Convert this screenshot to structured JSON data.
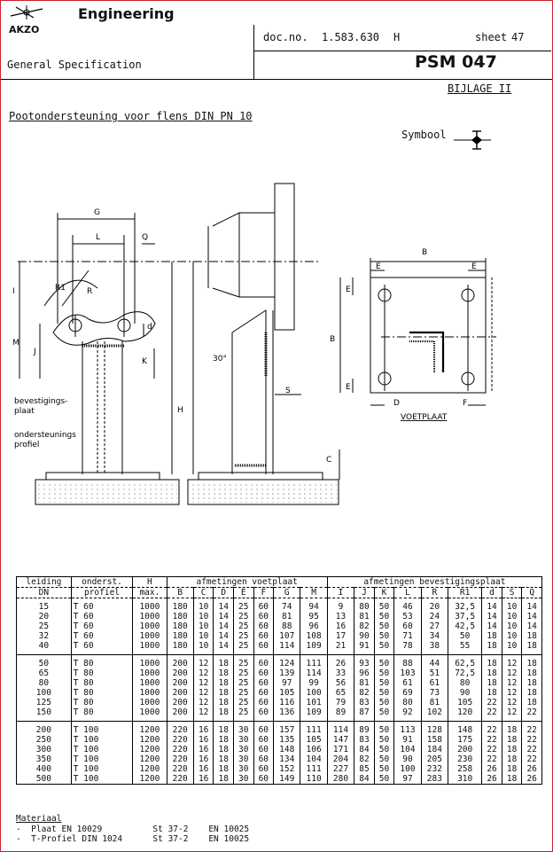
{
  "header": {
    "logo_text": "AKZO",
    "department": "Engineering",
    "doc_no_label": "doc.no.",
    "doc_no_value": "1.583.630",
    "doc_rev": "H",
    "sheet_label": "sheet",
    "sheet_value": "47",
    "spec_type": "General Specification",
    "code": "PSM 047",
    "appendix": "BIJLAGE II"
  },
  "title": "Pootondersteuning voor flens DIN PN 10",
  "symbol_label": "Symbool",
  "drawing": {
    "labels": {
      "g": "G",
      "l": "L",
      "q": "Q",
      "i": "I",
      "m": "M",
      "j": "J",
      "r1": "R1",
      "r": "R",
      "d": "d",
      "k": "K",
      "angle": "30°",
      "s": "S",
      "h": "H",
      "c": "C",
      "b": "B",
      "e": "E",
      "f": "F",
      "dd": "D",
      "bevestigingsplaat_1": "bevestigings-",
      "bevestigingsplaat_2": "plaat",
      "ondersteuning_1": "ondersteunings",
      "ondersteuning_2": "profiel",
      "voetplaat": "VOETPLAAT"
    }
  },
  "table": {
    "group_headers": {
      "leiding": "leiding",
      "onderst": "onderst.",
      "h": "H",
      "voetplaat": "afmetingen voetplaat",
      "bevestiging": "afmetingen bevestigingsplaat"
    },
    "sub_headers": {
      "dn": "DN",
      "profiel": "profiel",
      "hmax": "max."
    },
    "columns": [
      "B",
      "C",
      "D",
      "E",
      "F",
      "G",
      "M",
      "I",
      "J",
      "K",
      "L",
      "R",
      "R1",
      "d",
      "S",
      "Q"
    ],
    "groups": [
      [
        [
          "15",
          "T 60",
          "1000",
          "180",
          "10",
          "14",
          "25",
          "60",
          "74",
          "94",
          "9",
          "80",
          "50",
          "46",
          "20",
          "32,5",
          "14",
          "10",
          "14"
        ],
        [
          "20",
          "T 60",
          "1000",
          "180",
          "10",
          "14",
          "25",
          "60",
          "81",
          "95",
          "13",
          "81",
          "50",
          "53",
          "24",
          "37,5",
          "14",
          "10",
          "14"
        ],
        [
          "25",
          "T 60",
          "1000",
          "180",
          "10",
          "14",
          "25",
          "60",
          "88",
          "96",
          "16",
          "82",
          "50",
          "60",
          "27",
          "42,5",
          "14",
          "10",
          "14"
        ],
        [
          "32",
          "T 60",
          "1000",
          "180",
          "10",
          "14",
          "25",
          "60",
          "107",
          "108",
          "17",
          "90",
          "50",
          "71",
          "34",
          "50",
          "18",
          "10",
          "18"
        ],
        [
          "40",
          "T 60",
          "1000",
          "180",
          "10",
          "14",
          "25",
          "60",
          "114",
          "109",
          "21",
          "91",
          "50",
          "78",
          "38",
          "55",
          "18",
          "10",
          "18"
        ]
      ],
      [
        [
          "50",
          "T 80",
          "1000",
          "200",
          "12",
          "18",
          "25",
          "60",
          "124",
          "111",
          "26",
          "93",
          "50",
          "88",
          "44",
          "62,5",
          "18",
          "12",
          "18"
        ],
        [
          "65",
          "T 80",
          "1000",
          "200",
          "12",
          "18",
          "25",
          "60",
          "139",
          "114",
          "33",
          "96",
          "50",
          "103",
          "51",
          "72,5",
          "18",
          "12",
          "18"
        ],
        [
          "80",
          "T 80",
          "1000",
          "200",
          "12",
          "18",
          "25",
          "60",
          "97",
          "99",
          "56",
          "81",
          "50",
          "61",
          "61",
          "80",
          "18",
          "12",
          "18"
        ],
        [
          "100",
          "T 80",
          "1000",
          "200",
          "12",
          "18",
          "25",
          "60",
          "105",
          "100",
          "65",
          "82",
          "50",
          "69",
          "73",
          "90",
          "18",
          "12",
          "18"
        ],
        [
          "125",
          "T 80",
          "1000",
          "200",
          "12",
          "18",
          "25",
          "60",
          "116",
          "101",
          "79",
          "83",
          "50",
          "80",
          "81",
          "105",
          "22",
          "12",
          "18"
        ],
        [
          "150",
          "T 80",
          "1000",
          "200",
          "12",
          "18",
          "25",
          "60",
          "136",
          "109",
          "89",
          "87",
          "50",
          "92",
          "102",
          "120",
          "22",
          "12",
          "22"
        ]
      ],
      [
        [
          "200",
          "T 100",
          "1200",
          "220",
          "16",
          "18",
          "30",
          "60",
          "157",
          "111",
          "114",
          "89",
          "50",
          "113",
          "128",
          "148",
          "22",
          "18",
          "22"
        ],
        [
          "250",
          "T 100",
          "1200",
          "220",
          "16",
          "18",
          "30",
          "60",
          "135",
          "105",
          "147",
          "83",
          "50",
          "91",
          "158",
          "175",
          "22",
          "18",
          "22"
        ],
        [
          "300",
          "T 100",
          "1200",
          "220",
          "16",
          "18",
          "30",
          "60",
          "148",
          "106",
          "171",
          "84",
          "50",
          "104",
          "184",
          "200",
          "22",
          "18",
          "22"
        ],
        [
          "350",
          "T 100",
          "1200",
          "220",
          "16",
          "18",
          "30",
          "60",
          "134",
          "104",
          "204",
          "82",
          "50",
          "90",
          "205",
          "230",
          "22",
          "18",
          "22"
        ],
        [
          "400",
          "T 100",
          "1200",
          "220",
          "16",
          "18",
          "30",
          "60",
          "152",
          "111",
          "227",
          "85",
          "50",
          "100",
          "232",
          "258",
          "26",
          "18",
          "26"
        ],
        [
          "500",
          "T 100",
          "1200",
          "220",
          "16",
          "18",
          "30",
          "60",
          "149",
          "110",
          "280",
          "84",
          "50",
          "97",
          "283",
          "310",
          "26",
          "18",
          "26"
        ]
      ]
    ]
  },
  "material": {
    "heading": "Materiaal",
    "lines": [
      "-  Plaat EN 10029          St 37-2    EN 10025",
      "-  T-Profiel DIN 1024      St 37-2    EN 10025"
    ]
  }
}
